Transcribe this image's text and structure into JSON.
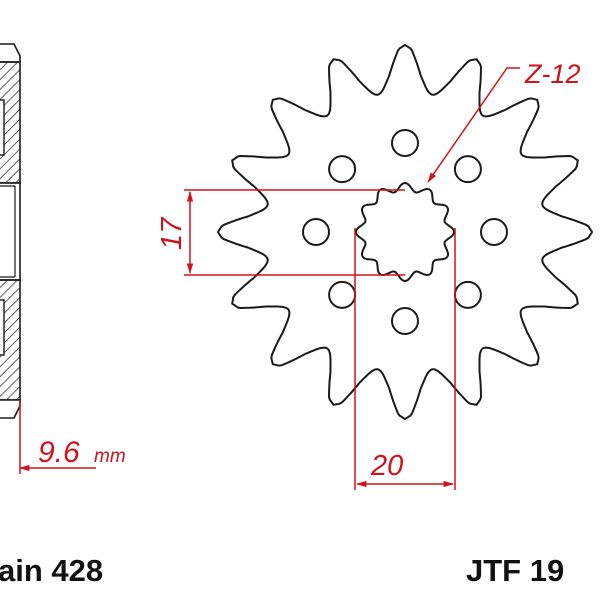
{
  "diagram": {
    "type": "front sprocket technical drawing",
    "colors": {
      "outline": "#1a1a1a",
      "dimension": "#d0121b",
      "background": "#ffffff"
    },
    "sprocket": {
      "teeth_count": 16,
      "bolt_holes": 8,
      "spline_teeth": 12
    },
    "dimensions": {
      "spline_label": "Z-12",
      "inner_height": "17",
      "inner_width": "20",
      "thickness_value": "9.6",
      "thickness_unit": "mm"
    },
    "labels": {
      "chain": "ain 428",
      "part_number": "JTF 19"
    }
  }
}
